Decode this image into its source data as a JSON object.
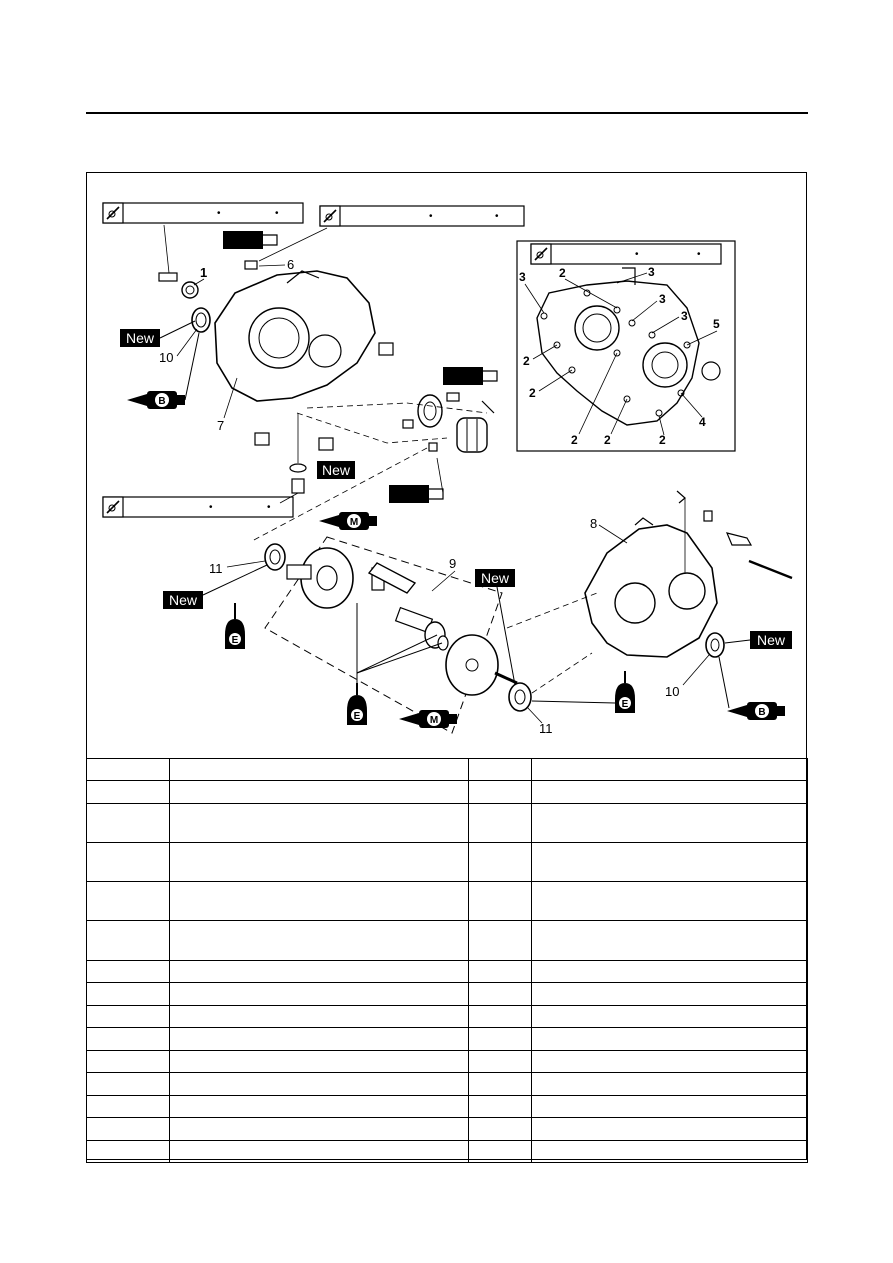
{
  "labels": {
    "n1": "1",
    "n2": "2",
    "n3": "3",
    "n4": "4",
    "n5": "5",
    "n6": "6",
    "n7": "7",
    "n8": "8",
    "n9": "9",
    "n10": "10",
    "n11": "11",
    "new": "New",
    "symbol_b": "B",
    "symbol_m": "M",
    "symbol_e": "E"
  },
  "torque_boxes": {
    "dot": "•"
  },
  "parts_table": {
    "rows": [
      [
        "",
        "",
        "",
        ""
      ],
      [
        "",
        "",
        "",
        ""
      ],
      [
        "",
        "",
        "",
        ""
      ],
      [
        "",
        "",
        "",
        ""
      ],
      [
        "",
        "",
        "",
        ""
      ],
      [
        "",
        "",
        "",
        ""
      ],
      [
        "",
        "",
        "",
        ""
      ],
      [
        "",
        "",
        "",
        ""
      ],
      [
        "",
        "",
        "",
        ""
      ],
      [
        "",
        "",
        "",
        ""
      ],
      [
        "",
        "",
        "",
        ""
      ],
      [
        "",
        "",
        "",
        ""
      ],
      [
        "",
        "",
        "",
        ""
      ],
      [
        "",
        "",
        "",
        ""
      ],
      [
        "",
        "",
        "",
        ""
      ]
    ]
  }
}
